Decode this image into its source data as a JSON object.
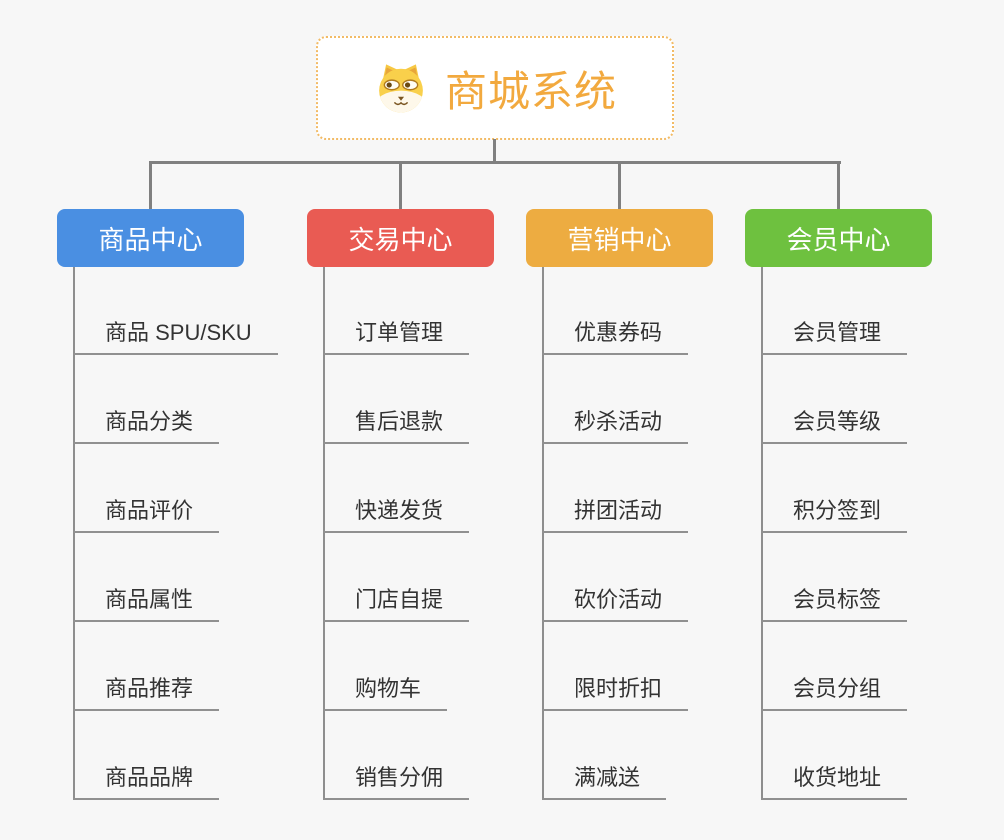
{
  "root": {
    "title": "商城系统",
    "icon": "dog-face-icon",
    "title_color": "#F2A93E",
    "border_color": "#F2BB66"
  },
  "branches": [
    {
      "key": "product-center",
      "label": "商品中心",
      "color": "#4A8FE2",
      "children": [
        "商品 SPU/SKU",
        "商品分类",
        "商品评价",
        "商品属性",
        "商品推荐",
        "商品品牌"
      ]
    },
    {
      "key": "trade-center",
      "label": "交易中心",
      "color": "#E95B53",
      "children": [
        "订单管理",
        "售后退款",
        "快递发货",
        "门店自提",
        "购物车",
        "销售分佣"
      ]
    },
    {
      "key": "marketing-center",
      "label": "营销中心",
      "color": "#EDAC41",
      "children": [
        "优惠券码",
        "秒杀活动",
        "拼团活动",
        "砍价活动",
        "限时折扣",
        "满减送"
      ]
    },
    {
      "key": "member-center",
      "label": "会员中心",
      "color": "#6EC13F",
      "children": [
        "会员管理",
        "会员等级",
        "积分签到",
        "会员标签",
        "会员分组",
        "收货地址"
      ]
    }
  ],
  "connector_color": "#808080",
  "leaf_line_color": "#909090",
  "leaf_text_color": "#333333",
  "background_color": "#F7F7F7"
}
